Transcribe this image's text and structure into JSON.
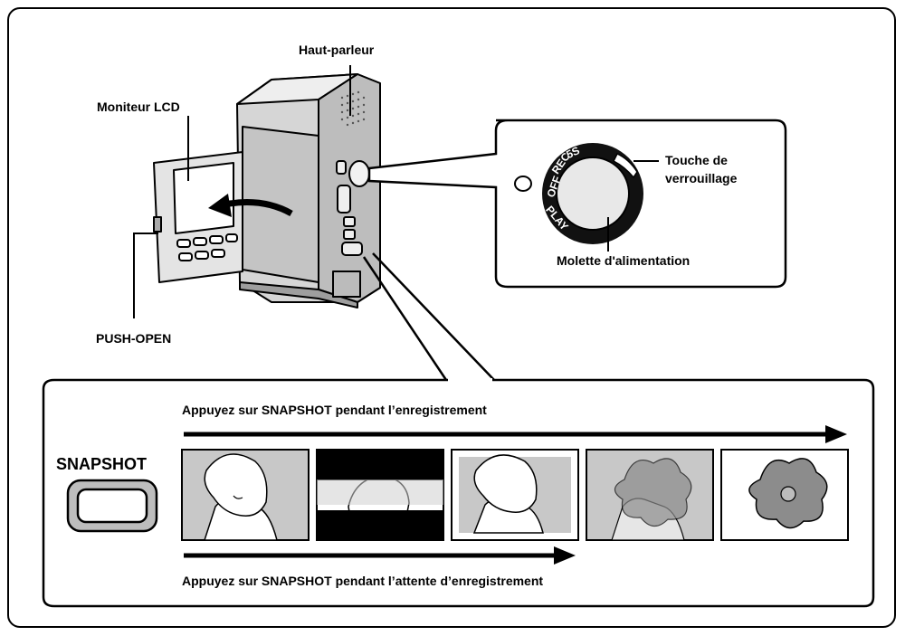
{
  "labels": {
    "speaker": "Haut-parleur",
    "lcd_monitor": "Moniteur LCD",
    "push_open": "PUSH-OPEN",
    "lock_button_line1": "Touche de",
    "lock_button_line2": "verrouillage",
    "power_dial": "Molette d'alimentation"
  },
  "dial": {
    "positions": [
      "PLAY",
      "OFF",
      "REC",
      "5S"
    ]
  },
  "snapshot": {
    "button_label": "SNAPSHOT",
    "during_recording": "Appuyez sur SNAPSHOT pendant l’enregistrement",
    "during_standby": "Appuyez sur SNAPSHOT pendant l’attente d’enregistrement"
  },
  "frames": [
    "full-frame",
    "letterbox-frame",
    "pin-up-frame",
    "flower-overlay-frame",
    "flower-frame"
  ],
  "colors": {
    "gray_fill": "#c8c8c8",
    "dark_gray": "#8c8c8c",
    "camera_body": "#d4d4d4"
  }
}
